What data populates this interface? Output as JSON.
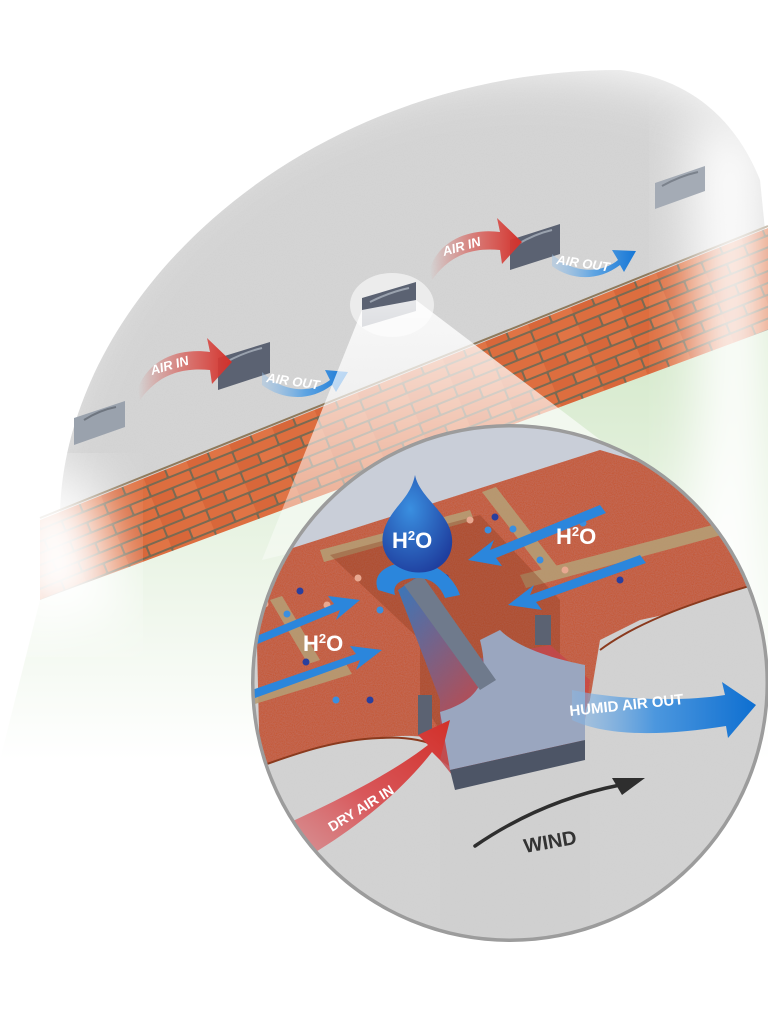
{
  "diagram": {
    "type": "illustration",
    "subject": "Wall ventilation: air bricks/vents in rendered wall above brick plinth, with magnified cutaway",
    "colors": {
      "render_wall": "#d9d9d9",
      "brick": "#d9693a",
      "brick_cutaway": "#c4532a",
      "mortar": "#b8a079",
      "vent": "#5f6878",
      "air_in": "#d63b32",
      "air_out": "#1f7fd6",
      "water": "#1f7fd6",
      "water_dark": "#1c2f8f",
      "grass": "#cfe8c4",
      "magnifier_rim": "#9a9a9a",
      "wind": "#333333"
    }
  },
  "exterior": {
    "vent_groups": [
      {
        "air_in_label": "AIR IN",
        "air_out_label": "AIR OUT"
      },
      {
        "air_in_label": "AIR IN",
        "air_out_label": "AIR OUT"
      }
    ],
    "vent_count": 5
  },
  "magnifier": {
    "water_labels": {
      "drop": {
        "base": "H",
        "sup": "2",
        "tail": "O"
      },
      "right": {
        "base": "H",
        "sup": "2",
        "tail": "O"
      },
      "left": {
        "base": "H",
        "sup": "2",
        "tail": "O"
      }
    },
    "dry_air_label": "DRY AIR IN",
    "humid_air_label": "HUMID AIR OUT",
    "wind_label": "WIND"
  }
}
